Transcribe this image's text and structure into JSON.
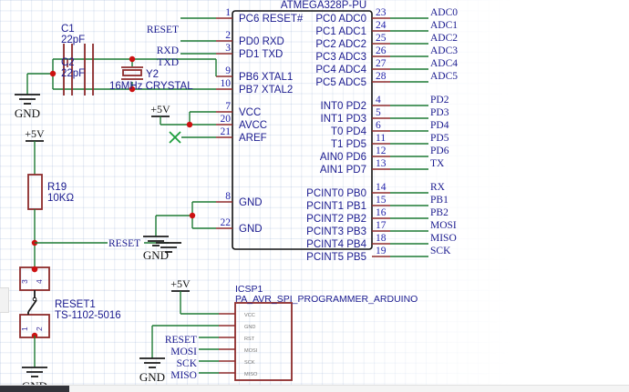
{
  "diagram": {
    "title": "ATMEGA328P-PU",
    "type": "electronic-schematic"
  },
  "ic": {
    "designator_text": "ATMEGA328P-PU",
    "left_pins": [
      {
        "num": "1",
        "label": "PC6 RESET#",
        "net": "RESET"
      },
      {
        "num": "2",
        "label": "PD0 RXD",
        "net": "RXD"
      },
      {
        "num": "3",
        "label": "PD1 TXD",
        "net": "TXD"
      },
      {
        "num": "9",
        "label": "PB6 XTAL1",
        "net": ""
      },
      {
        "num": "10",
        "label": "PB7 XTAL2",
        "net": ""
      },
      {
        "num": "7",
        "label": "VCC",
        "net": ""
      },
      {
        "num": "20",
        "label": "AVCC",
        "net": ""
      },
      {
        "num": "21",
        "label": "AREF",
        "net": ""
      },
      {
        "num": "8",
        "label": "GND",
        "net": ""
      },
      {
        "num": "22",
        "label": "GND",
        "net": ""
      }
    ],
    "right_pins": [
      {
        "num": "23",
        "label": "PC0 ADC0",
        "net": "ADC0"
      },
      {
        "num": "24",
        "label": "PC1 ADC1",
        "net": "ADC1"
      },
      {
        "num": "25",
        "label": "PC2 ADC2",
        "net": "ADC2"
      },
      {
        "num": "26",
        "label": "PC3 ADC3",
        "net": "ADC3"
      },
      {
        "num": "27",
        "label": "PC4 ADC4",
        "net": "ADC4"
      },
      {
        "num": "28",
        "label": "PC5 ADC5",
        "net": "ADC5"
      },
      {
        "num": "4",
        "label": "INT0 PD2",
        "net": "PD2"
      },
      {
        "num": "5",
        "label": "INT1 PD3",
        "net": "PD3"
      },
      {
        "num": "6",
        "label": "T0 PD4",
        "net": "PD4"
      },
      {
        "num": "11",
        "label": "T1 PD5",
        "net": "PD5"
      },
      {
        "num": "12",
        "label": "AIN0 PD6",
        "net": "PD6"
      },
      {
        "num": "13",
        "label": "AIN1 PD7",
        "net": "TX"
      },
      {
        "num": "14",
        "label": "PCINT0 PB0",
        "net": "RX"
      },
      {
        "num": "15",
        "label": "PCINT1 PB1",
        "net": "PB1"
      },
      {
        "num": "16",
        "label": "PCINT2 PB2",
        "net": "PB2"
      },
      {
        "num": "17",
        "label": "PCINT3 PB3",
        "net": "MOSI"
      },
      {
        "num": "18",
        "label": "PCINT4 PB4",
        "net": "MISO"
      },
      {
        "num": "19",
        "label": "PCINT5 PB5",
        "net": "SCK"
      }
    ]
  },
  "components": {
    "c1": {
      "ref": "C1",
      "value": "22pF"
    },
    "c2": {
      "ref": "C2",
      "value": "22pF"
    },
    "crystal": {
      "ref": "Y2",
      "value": "16MHz CRYSTAL"
    },
    "r19": {
      "ref": "R19",
      "value": "10KΩ"
    },
    "reset_switch": {
      "ref": "RESET1",
      "value": "TS-1102-5016",
      "pins": [
        "1",
        "2",
        "3",
        "4"
      ]
    },
    "icsp": {
      "ref": "ICSP1",
      "value": "PA_AVR_SPI_PROGRAMMER_ARDUINO",
      "pins": [
        "VCC",
        "GND",
        "RST",
        "MOSI",
        "SCK",
        "MISO"
      ],
      "nets": [
        "RESET",
        "MOSI",
        "SCK",
        "MISO"
      ]
    }
  },
  "power_symbols": {
    "gnd": "GND",
    "vcc": "+5V"
  },
  "net_labels": {
    "reset": "RESET",
    "rxd": "RXD",
    "txd": "TXD"
  },
  "colors": {
    "wire": "#1d7a34",
    "pin": "#8d2b2b",
    "text": "#1b1b8f",
    "junction": "#cc1111",
    "body": "#1a1a1a",
    "connector": "#8d2b2b"
  }
}
